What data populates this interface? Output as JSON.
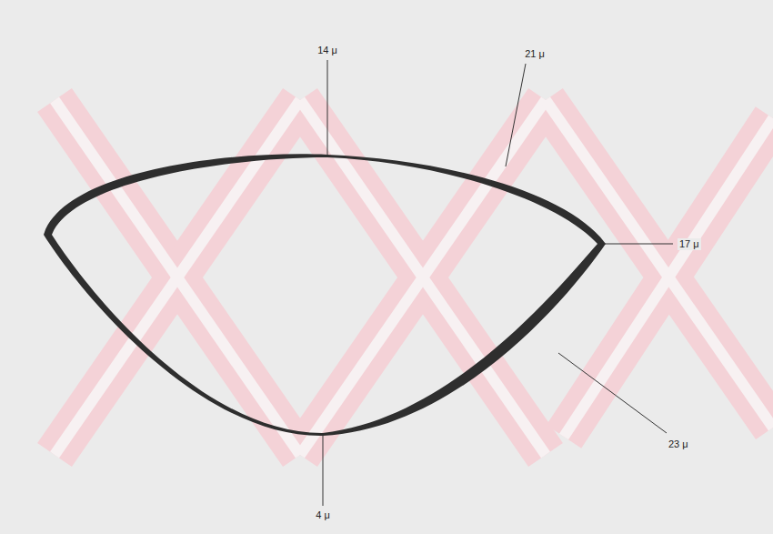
{
  "diagram": {
    "labels": [
      "14 μ",
      "21 μ",
      "17 μ",
      "23 μ",
      "4 μ"
    ]
  }
}
